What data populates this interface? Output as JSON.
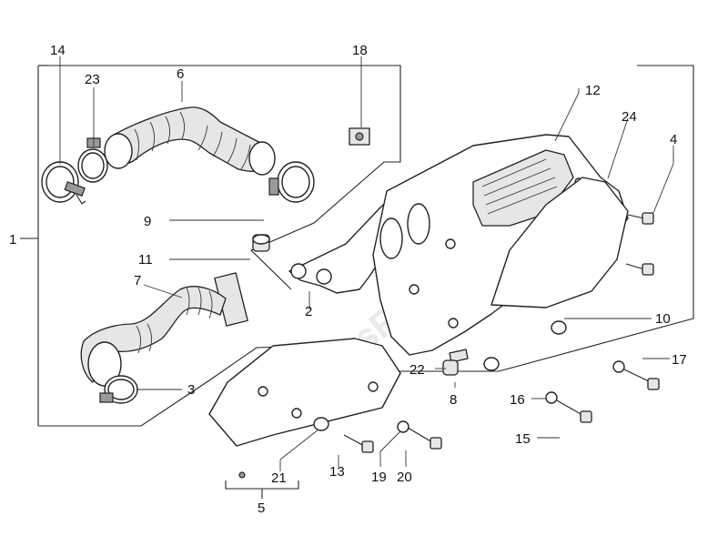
{
  "watermark": "PartsRepublik",
  "callouts": {
    "c1": "1",
    "c2": "2",
    "c3": "3",
    "c4": "4",
    "c5": "5",
    "c6": "6",
    "c7": "7",
    "c8": "8",
    "c9": "9",
    "c10": "10",
    "c11": "11",
    "c12": "12",
    "c13": "13",
    "c14": "14",
    "c15": "15",
    "c16": "16",
    "c17": "17",
    "c18": "18",
    "c19": "19",
    "c20": "20",
    "c21": "21",
    "c22": "22",
    "c23": "23",
    "c24": "24"
  }
}
